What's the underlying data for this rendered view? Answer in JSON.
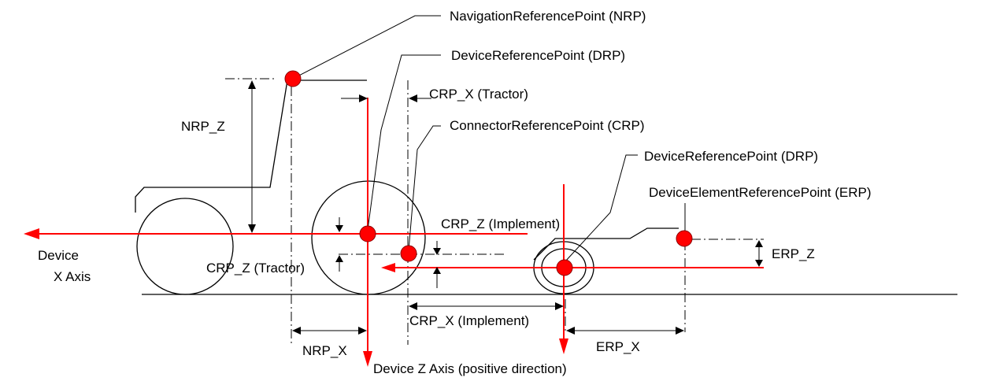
{
  "labels": {
    "nrp": "NavigationReferencePoint (NRP)",
    "drp_tractor": "DeviceReferencePoint (DRP)",
    "crp_x_tractor": "CRP_X (Tractor)",
    "crp": "ConnectorReferencePoint (CRP)",
    "drp_implement": "DeviceReferencePoint (DRP)",
    "erp": "DeviceElementReferencePoint (ERP)",
    "nrp_z": "NRP_Z",
    "crp_z_implement": "CRP_Z (Implement)",
    "erp_z": "ERP_Z",
    "device_x_line1": "Device",
    "device_x_line2": "X Axis",
    "crp_z_tractor": "CRP_Z (Tractor)",
    "crp_x_implement": "CRP_X (Implement)",
    "nrp_x": "NRP_X",
    "erp_x": "ERP_X",
    "device_z_axis": "Device Z Axis (positive direction)"
  },
  "colors": {
    "axis": "#ff0000",
    "reference_point": "#ff0000",
    "lines": "#000000",
    "background": "#ffffff"
  }
}
